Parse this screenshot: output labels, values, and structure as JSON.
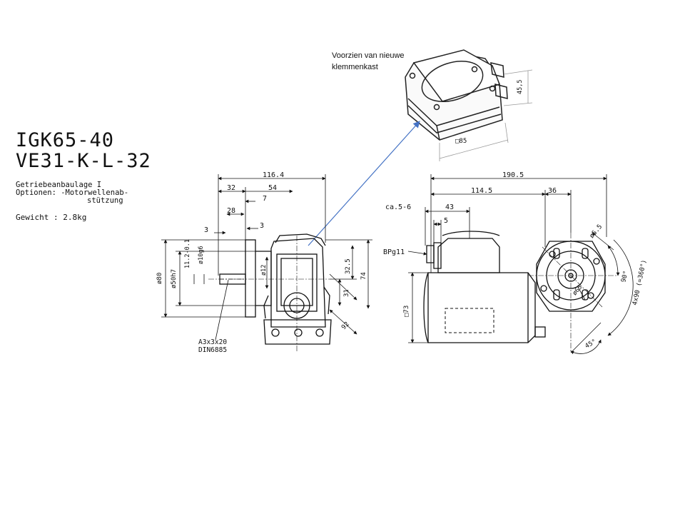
{
  "header": {
    "title_line1": "IGK65-40",
    "title_line2": "VE31-K-L-32",
    "info_line1": "Getriebeanbaulage I",
    "info_line2": "Optionen: -Motorwellenab-",
    "info_line3": "stützung",
    "weight": "Gewicht  : 2.8kg"
  },
  "note": {
    "text": "Voorzien van nieuwe klemmenkast",
    "dim_height": "45,5",
    "dim_square": "□85"
  },
  "side_view": {
    "dim_overall": "116.4",
    "dim_32": "32",
    "dim_54": "54",
    "dim_7": "7",
    "dim_28": "28",
    "dim_3a": "3",
    "dim_3b": "3",
    "dim_dia80": "ø80",
    "dim_dia50": "ø50h7",
    "dim_11": "11.2-0.1",
    "dim_dia10": "ø10g6",
    "dim_dia12": "ø12",
    "dim_32_5": "32.5",
    "dim_74": "74",
    "dim_31": "31",
    "dim_92": "92",
    "key_spec_1": "A3x3x20",
    "key_spec_2": "DIN6885"
  },
  "front_view": {
    "dim_190": "190.5",
    "dim_114": "114.5",
    "dim_36": "36",
    "dim_ca": "ca.5-6",
    "dim_43": "43",
    "dim_5": "5",
    "dim_bpg": "BPg11",
    "dim_sq73": "□73",
    "dim_hole": "ø5.5",
    "dim_pcd": "ø65",
    "dim_90": "90°",
    "dim_4x90": "4x90 (=360°)",
    "dim_45": "45°"
  }
}
